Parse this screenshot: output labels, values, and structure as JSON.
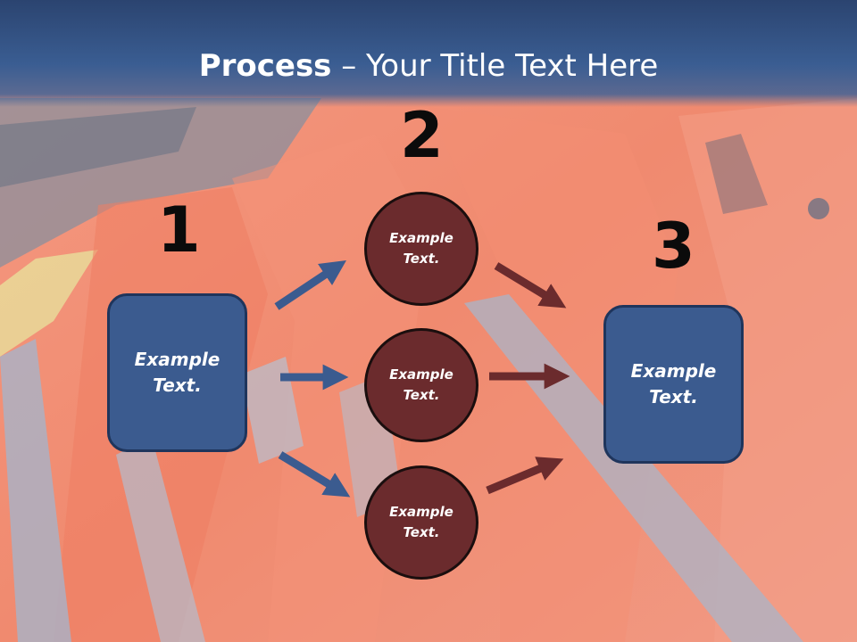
{
  "title": {
    "bold": "Process",
    "rest": " – Your Title Text Here"
  },
  "steps": {
    "one": "1",
    "two": "2",
    "three": "3"
  },
  "left_box": {
    "text": "Example Text."
  },
  "right_box": {
    "text": "Example Text."
  },
  "circles": [
    {
      "text": "Example Text."
    },
    {
      "text": "Example Text."
    },
    {
      "text": "Example Text."
    }
  ],
  "colors": {
    "header": "#2b4470",
    "box": "#3b5b8f",
    "circle": "#6b2b2d",
    "arrow_blue": "#3b5b8f",
    "arrow_red": "#6b2b2d",
    "background": "#ef8c72"
  }
}
